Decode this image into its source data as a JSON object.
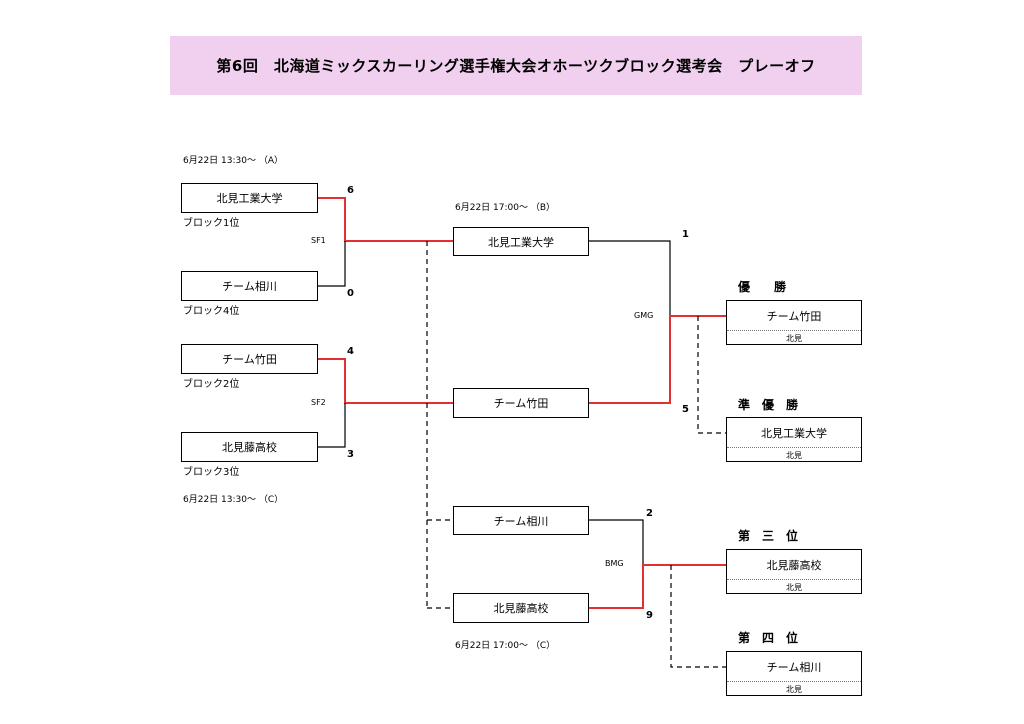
{
  "title": "第6回　北海道ミックスカーリング選手権大会オホーツクブロック選考会　プレーオフ",
  "semifinals": {
    "sf1": {
      "label": "SF1",
      "schedule": "6月22日 13:30～ （A）",
      "team1": {
        "name": "北見工業大学",
        "seed": "ブロック1位",
        "score": "6"
      },
      "team2": {
        "name": "チーム相川",
        "seed": "ブロック4位",
        "score": "0"
      }
    },
    "sf2": {
      "label": "SF2",
      "schedule": "6月22日 13:30～ （C）",
      "team1": {
        "name": "チーム竹田",
        "seed": "ブロック2位",
        "score": "4"
      },
      "team2": {
        "name": "北見藤高校",
        "seed": "ブロック3位",
        "score": "3"
      }
    }
  },
  "gold_medal_game": {
    "label": "GMG",
    "schedule": "6月22日 17:00～ （B）",
    "team1": {
      "name": "北見工業大学",
      "score": "1"
    },
    "team2": {
      "name": "チーム竹田",
      "score": "5"
    }
  },
  "bronze_medal_game": {
    "label": "BMG",
    "schedule": "6月22日 17:00～ （C）",
    "team1": {
      "name": "チーム相川",
      "score": "2"
    },
    "team2": {
      "name": "北見藤高校",
      "score": "9"
    }
  },
  "results": [
    {
      "rank": "優　　勝",
      "team": "チーム竹田",
      "region": "北見"
    },
    {
      "rank": "準　優　勝",
      "team": "北見工業大学",
      "region": "北見"
    },
    {
      "rank": "第　三　位",
      "team": "北見藤高校",
      "region": "北見"
    },
    {
      "rank": "第　四　位",
      "team": "チーム相川",
      "region": "北見"
    }
  ],
  "colors": {
    "winner_line": "#e03030",
    "line": "#000000",
    "title_bg": "#f0d0ee"
  }
}
